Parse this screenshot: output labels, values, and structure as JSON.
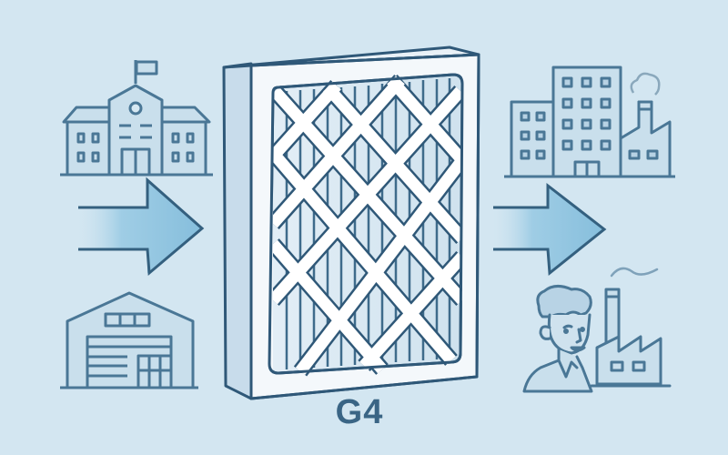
{
  "illustration": {
    "title": "G4 air filter illustration",
    "product_label": "G4",
    "palette": {
      "background": "#d3e6f1",
      "stroke": "#44718f",
      "building_fill": "#c5dcea",
      "filter_frame": "#f4f8fb",
      "filter_side": "#cfe1ee",
      "arrow_fill": "#8ec4e0",
      "label_color": "#3a6585"
    },
    "input_sources": [
      {
        "name": "school building",
        "icon": "school-icon"
      },
      {
        "name": "warehouse",
        "icon": "warehouse-icon"
      }
    ],
    "output_destinations": [
      {
        "name": "office buildings and factory",
        "icon": "city-factory-icon"
      },
      {
        "name": "worker with factory",
        "icon": "person-factory-icon"
      }
    ],
    "flow_arrows": [
      {
        "direction": "right",
        "position": "left of filter"
      },
      {
        "direction": "right",
        "position": "right of filter"
      }
    ]
  }
}
